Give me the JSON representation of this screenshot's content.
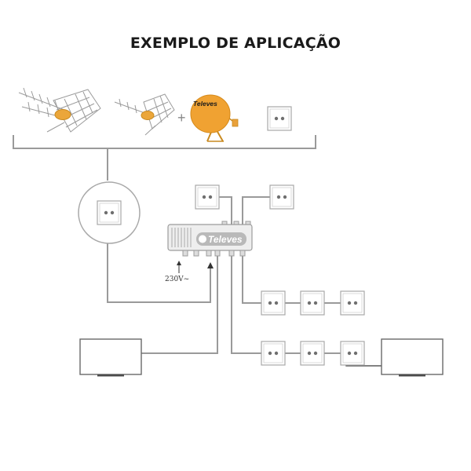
{
  "title": "EXEMPLO DE APLICAÇÃO",
  "amplifier": {
    "brand": "Televes",
    "power_label": "230V~"
  },
  "dish": {
    "brand": "Televes",
    "color": "#f0a232"
  },
  "antenna_color": "#eba63a",
  "plus_symbol": "+",
  "colors": {
    "wire": "#9a9a9a",
    "outline": "#a8a8a8",
    "tv_frame": "#6a6a6a"
  }
}
